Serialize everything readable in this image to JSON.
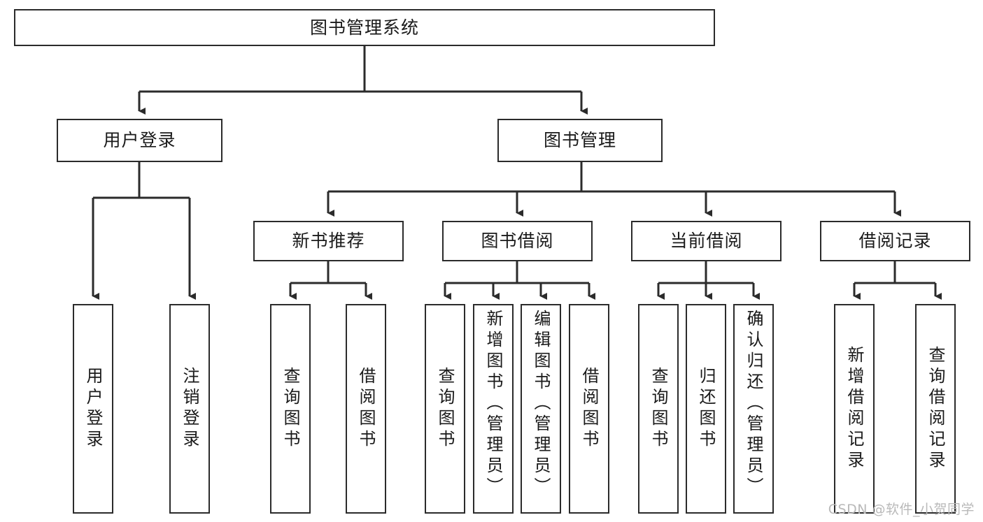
{
  "diagram": {
    "title": "图书管理系统",
    "watermark": "CSDN @软件_小贺同学",
    "colors": {
      "stroke": "#2b2b2b",
      "fill": "#ffffff",
      "text": "#1a1a1a",
      "watermark": "#b9b9b9"
    },
    "root": {
      "label": "图书管理系统"
    },
    "level1": [
      {
        "label": "用户登录"
      },
      {
        "label": "图书管理"
      }
    ],
    "level2": [
      {
        "label": "新书推荐"
      },
      {
        "label": "图书借阅"
      },
      {
        "label": "当前借阅"
      },
      {
        "label": "借阅记录"
      }
    ],
    "leaves": {
      "user_login": [
        {
          "label": "用户登录"
        },
        {
          "label": "注销登录"
        }
      ],
      "new_book_recommend": [
        {
          "label": "查询图书"
        },
        {
          "label": "借阅图书"
        }
      ],
      "book_borrow": [
        {
          "label": "查询图书"
        },
        {
          "label": "新增图书（管理员）"
        },
        {
          "label": "编辑图书（管理员）"
        },
        {
          "label": "借阅图书"
        }
      ],
      "current_borrow": [
        {
          "label": "查询图书"
        },
        {
          "label": "归还图书"
        },
        {
          "label": "确认归还（管理员）"
        }
      ],
      "borrow_record": [
        {
          "label": "新增借阅记录"
        },
        {
          "label": "查询借阅记录"
        }
      ]
    }
  }
}
